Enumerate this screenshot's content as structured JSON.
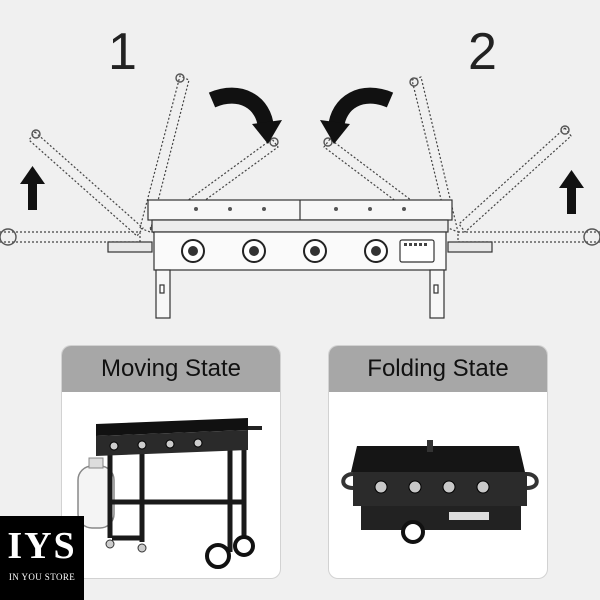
{
  "steps": [
    {
      "number": "1"
    },
    {
      "number": "2"
    }
  ],
  "cards": {
    "moving": {
      "title": "Moving State"
    },
    "folding": {
      "title": "Folding State"
    }
  },
  "brand": {
    "logo_text": "IYS",
    "tagline": "IN YOU STORE"
  },
  "colors": {
    "background": "#f0f0f0",
    "card_header": "#a7a7a7",
    "product_body": "#1a1a1a"
  },
  "icons": [
    "curved-arrow-right-icon",
    "curved-arrow-left-icon",
    "up-arrow-icon"
  ]
}
